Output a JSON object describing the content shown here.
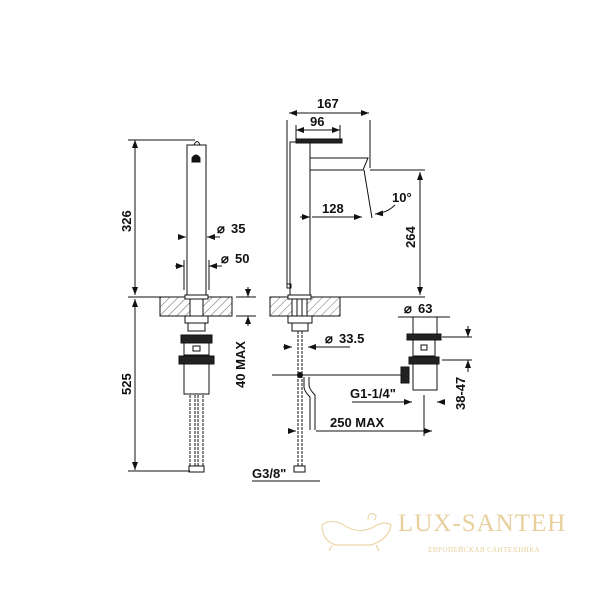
{
  "dimensions": {
    "height_top": "326",
    "height_bottom": "525",
    "dia_35": "35",
    "dia_50": "50",
    "deck_thickness": "40 MAX",
    "width_167": "167",
    "width_96": "96",
    "angle": "10°",
    "reach_128": "128",
    "height_264": "264",
    "dia_63": "63",
    "dia_33_5": "33.5",
    "thread_g114": "G1-1/4\"",
    "drain_height": "38-47",
    "rod_length": "250 MAX",
    "thread_g38": "G3/8\""
  },
  "watermark": {
    "brand": "LUX-SANTEH",
    "tagline": "ЕВРОПЕЙСКАЯ САНТЕХНИКА"
  },
  "colors": {
    "line": "#111111",
    "watermark": "#e8cf9c"
  }
}
